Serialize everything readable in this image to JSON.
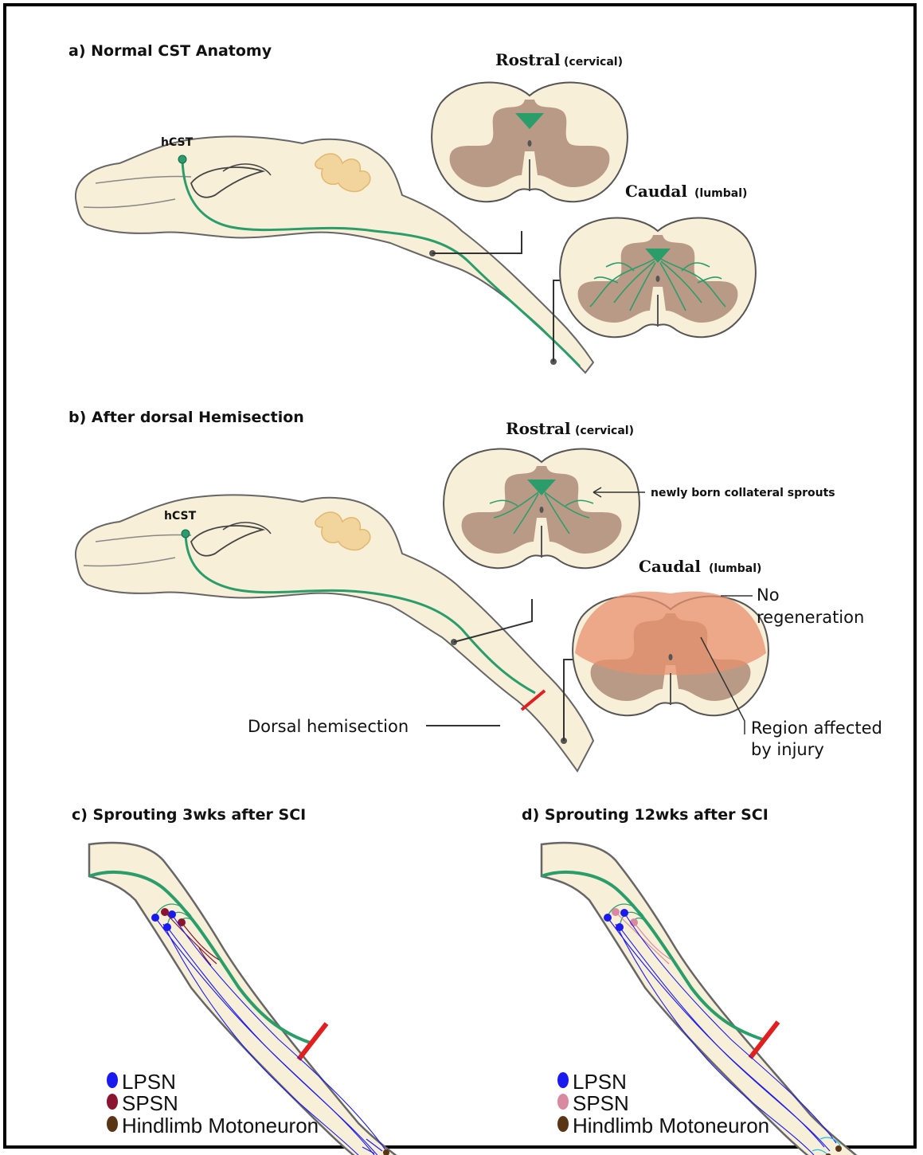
{
  "panels": {
    "a": {
      "title": "a) Normal CST Anatomy",
      "hcst": "hCST",
      "rostral": "Rostral",
      "rostral_sub": "(cervical)",
      "caudal": "Caudal",
      "caudal_sub": "(lumbal)"
    },
    "b": {
      "title": "b) After dorsal Hemisection",
      "hcst": "hCST",
      "rostral": "Rostral",
      "rostral_sub": "(cervical)",
      "caudal": "Caudal",
      "caudal_sub": "(lumbal)",
      "sprouts_note": "newly born collateral sprouts",
      "no_regen_1": "No",
      "no_regen_2": "regeneration",
      "dorsal_hemisection": "Dorsal hemisection",
      "region_1": "Region affected",
      "region_2": "by injury"
    },
    "c": {
      "title": "c) Sprouting 3wks after SCI",
      "legend": [
        "LPSN",
        "SPSN",
        "Hindlimb Motoneuron"
      ]
    },
    "d": {
      "title": "d) Sprouting 12wks after SCI",
      "legend": [
        "LPSN",
        "SPSN",
        "Hindlimb Motoneuron"
      ]
    }
  },
  "colors": {
    "tissue": "#f8efd8",
    "outline": "#555555",
    "grey_matter": "#b89a86",
    "cst": "#2a9d6a",
    "lesion": "#e02020",
    "lpsn": "#1a1aee",
    "spsn_c": "#8a1530",
    "spsn_d": "#d98aa0",
    "motoneuron": "#5a3515",
    "injury": "#e8906e"
  }
}
